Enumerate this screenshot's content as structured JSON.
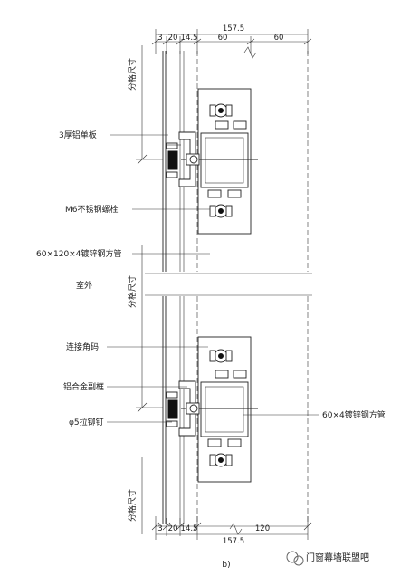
{
  "top_dimensions": {
    "total": "157.5",
    "segments": [
      "3",
      "20",
      "14.5",
      "60",
      "60"
    ]
  },
  "bottom_dimensions": {
    "total": "157.5",
    "segments": [
      "3",
      "20",
      "14.5",
      "120"
    ]
  },
  "vertical_labels": [
    "分格尺寸",
    "分格尺寸",
    "分格尺寸"
  ],
  "left_labels": {
    "aluminum_panel": "3厚铝单板",
    "bolt": "M6不锈钢螺栓",
    "rect_tube_large": "60×120×4镀锌钢方管",
    "exterior": "室外",
    "angle_connector": "连接角码",
    "sub_frame": "铝合金副框",
    "rivet": "φ5拉铆钉"
  },
  "right_labels": {
    "rect_tube_small": "60×4镀锌钢方管"
  },
  "figure_caption": "b)",
  "watermark": "门窗幕墙联盟吧"
}
